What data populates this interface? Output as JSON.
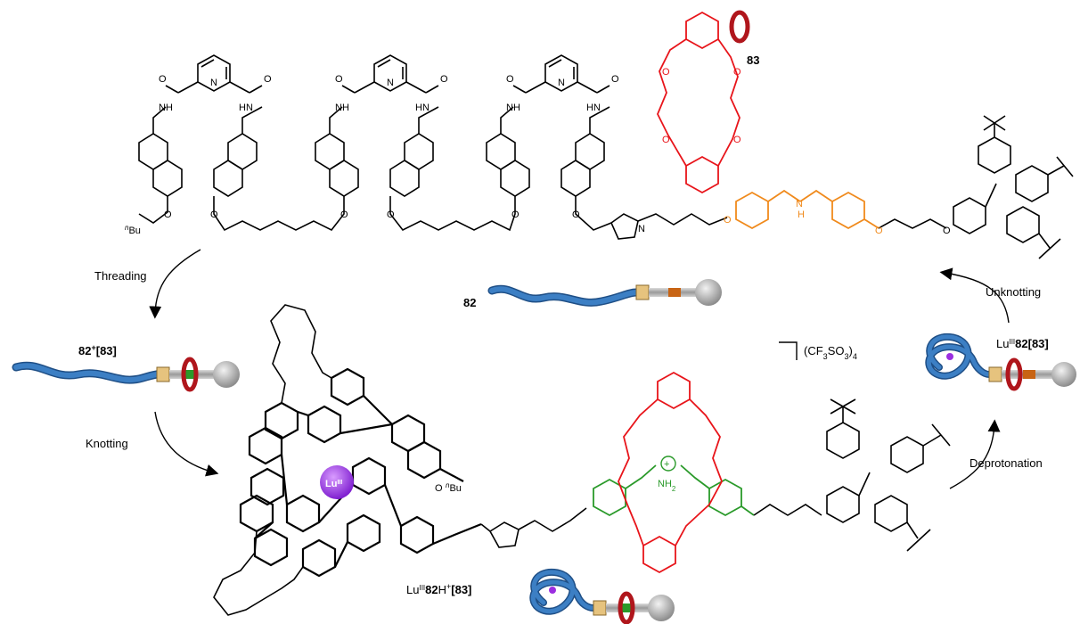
{
  "colors": {
    "chain": "#3c7fc4",
    "chain_dark": "#1f4f86",
    "crown": "#e8141a",
    "ring": "#b0161c",
    "ammonium_linker": "#2a9a2a",
    "amine_linker": "#f08a1c",
    "stopper": "#a7a7a7",
    "lanthanide": "#9b2ee0",
    "stopper_cap": "#e6c37e",
    "ink": "#000000"
  },
  "labels": {
    "macrocycle_number": "83",
    "axle_number": "82",
    "threaded_complex_prefix": "82",
    "threaded_complex_charge": "+",
    "threaded_complex_suffix": "[83]",
    "knotted_complex_metal": "Lu",
    "knotted_complex_ox": "III",
    "knotted_complex_axle": "82",
    "knotted_complex_charge": "+",
    "knotted_complex_suffix": "[83]",
    "unknotted_product_metal": "Lu",
    "unknotted_product_ox": "III",
    "unknotted_product_axle": "82",
    "unknotted_product_suffix": "[83]",
    "counterion": "(CF",
    "counterion_sub1": "3",
    "counterion_mid": "SO",
    "counterion_sub2": "3",
    "counterion_close": ")",
    "counterion_sub3": "4"
  },
  "steps": {
    "threading": "Threading",
    "knotting": "Knotting",
    "deprotonation": "Deprotonation",
    "unknotting": "Unknotting"
  },
  "atoms": {
    "nitrogen": "N",
    "oxygen": "O",
    "amide_nh": "NH",
    "amide_hn": "HN",
    "hydrogen": "H",
    "h2": "2",
    "butyl": "Bu",
    "butyl_prefix": "n",
    "plus": "+",
    "lutetium": "Lu",
    "lutetium_ox": "III"
  },
  "icons": {
    "curved_arrow": "curved-arrow-icon",
    "macrocycle": "ring-icon",
    "knot": "trefoil-knot-icon",
    "stopper": "sphere-stopper-icon"
  }
}
